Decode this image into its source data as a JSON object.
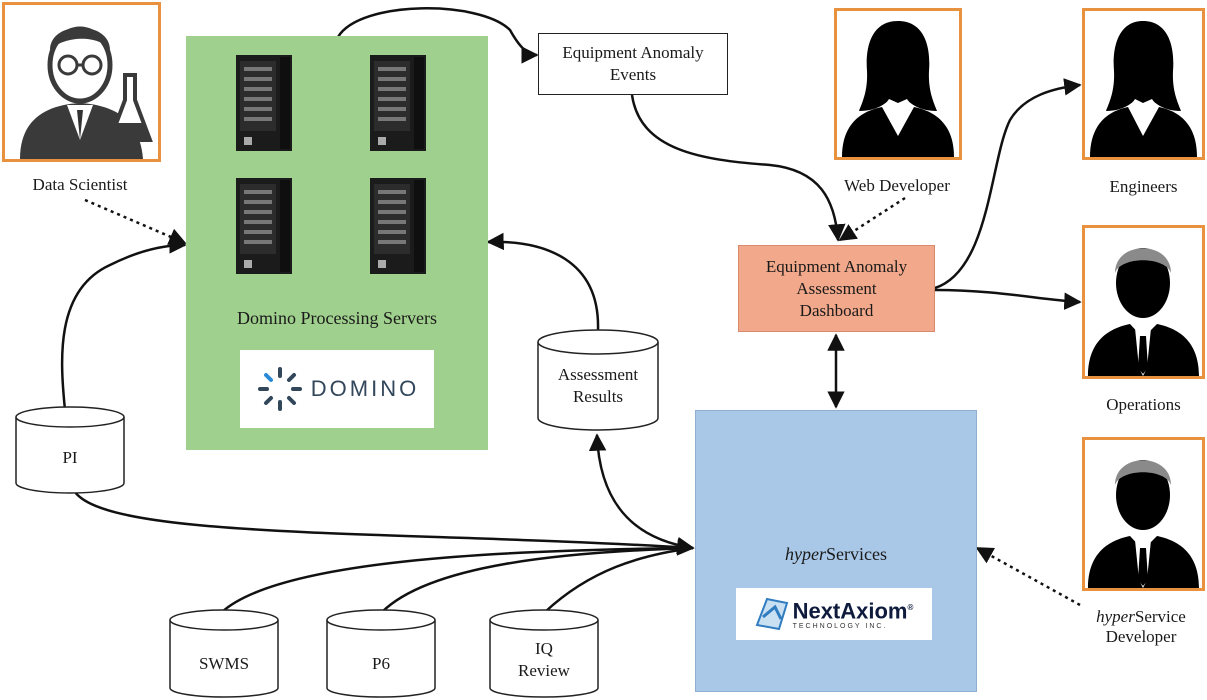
{
  "people": {
    "data_scientist": "Data Scientist",
    "web_developer": "Web Developer",
    "engineers": "Engineers",
    "operations": "Operations",
    "hyperservice_developer_italic": "hyper",
    "hyperservice_developer_rest": "Service",
    "hyperservice_developer_line2": "Developer"
  },
  "domino": {
    "caption": "Domino Processing Servers",
    "logo_text": "DOMINO"
  },
  "events_box": {
    "line1": "Equipment Anomaly",
    "line2": "Events"
  },
  "dashboard": {
    "line1": "Equipment Anomaly",
    "line2": "Assessment",
    "line3": "Dashboard"
  },
  "hyperservices": {
    "title_italic": "hyper",
    "title_rest": "Services",
    "logo_main": "NextAxiom",
    "logo_sub": "TECHNOLOGY INC.",
    "logo_reg": "®"
  },
  "databases": {
    "assessment_line1": "Assessment",
    "assessment_line2": "Results",
    "pi": "PI",
    "swms": "SWMS",
    "p6": "P6",
    "iq_line1": "IQ",
    "iq_line2": "Review"
  },
  "colors": {
    "domino_bg": "#9fd08d",
    "dashboard_bg": "#f2a88a",
    "hyper_bg": "#a9c7e6",
    "portrait_border": "#e8923f"
  }
}
